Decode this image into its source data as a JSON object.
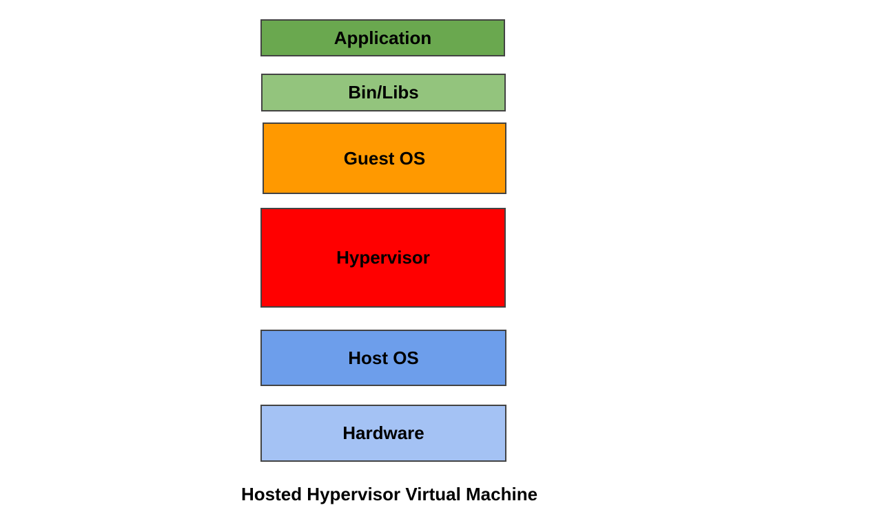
{
  "diagram": {
    "caption": "Hosted Hypervisor Virtual Machine",
    "layers": [
      {
        "label": "Application",
        "color": "#6AA84F"
      },
      {
        "label": "Bin/Libs",
        "color": "#93C47D"
      },
      {
        "label": "Guest OS",
        "color": "#FF9900"
      },
      {
        "label": "Hypervisor",
        "color": "#FF0000"
      },
      {
        "label": "Host OS",
        "color": "#6D9EEB"
      },
      {
        "label": "Hardware",
        "color": "#A4C2F4"
      }
    ],
    "style": {
      "border_color": "#434343",
      "text_color": "#000000",
      "background_color": "#FFFFFF"
    }
  }
}
